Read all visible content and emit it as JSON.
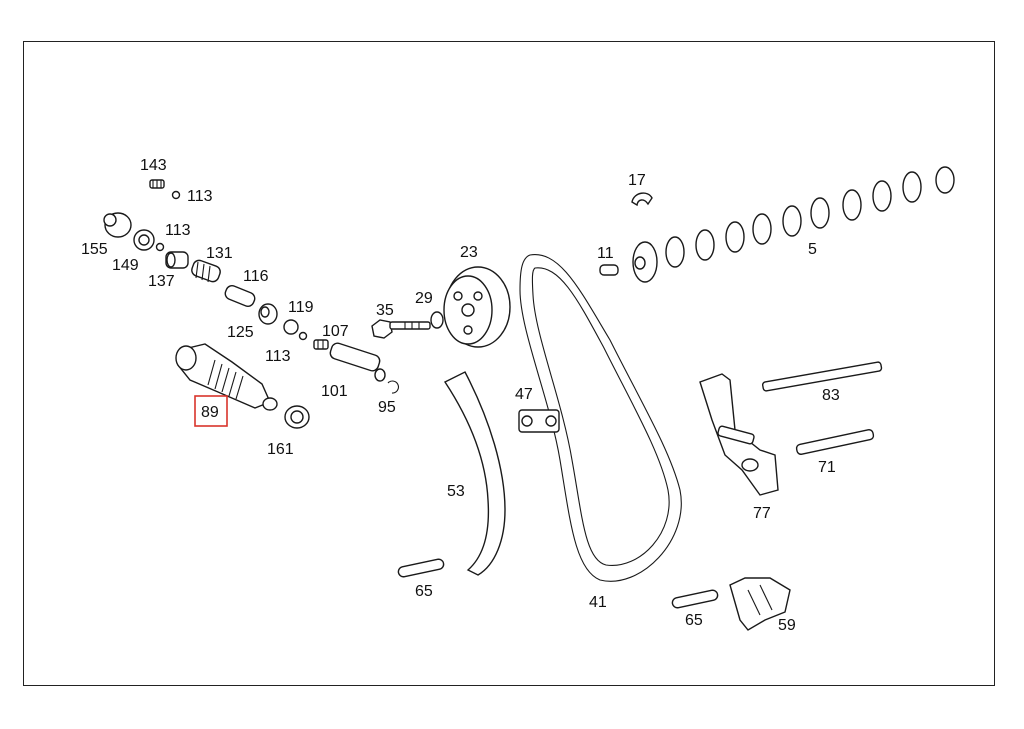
{
  "highlight_color": "#d9342b",
  "highlighted_part": "89",
  "parts": [
    {
      "id": "143",
      "label": "143"
    },
    {
      "id": "113a",
      "label": "113"
    },
    {
      "id": "113b",
      "label": "113"
    },
    {
      "id": "155",
      "label": "155"
    },
    {
      "id": "149",
      "label": "149"
    },
    {
      "id": "137",
      "label": "137"
    },
    {
      "id": "131",
      "label": "131"
    },
    {
      "id": "116",
      "label": "116"
    },
    {
      "id": "119",
      "label": "119"
    },
    {
      "id": "125",
      "label": "125"
    },
    {
      "id": "113c",
      "label": "113"
    },
    {
      "id": "107",
      "label": "107"
    },
    {
      "id": "101",
      "label": "101"
    },
    {
      "id": "95",
      "label": "95"
    },
    {
      "id": "89",
      "label": "89"
    },
    {
      "id": "161",
      "label": "161"
    },
    {
      "id": "35",
      "label": "35"
    },
    {
      "id": "29",
      "label": "29"
    },
    {
      "id": "23",
      "label": "23"
    },
    {
      "id": "47",
      "label": "47"
    },
    {
      "id": "53",
      "label": "53"
    },
    {
      "id": "65a",
      "label": "65"
    },
    {
      "id": "41",
      "label": "41"
    },
    {
      "id": "11",
      "label": "11"
    },
    {
      "id": "17",
      "label": "17"
    },
    {
      "id": "5",
      "label": "5"
    },
    {
      "id": "83",
      "label": "83"
    },
    {
      "id": "71",
      "label": "71"
    },
    {
      "id": "77",
      "label": "77"
    },
    {
      "id": "65b",
      "label": "65"
    },
    {
      "id": "59",
      "label": "59"
    }
  ]
}
